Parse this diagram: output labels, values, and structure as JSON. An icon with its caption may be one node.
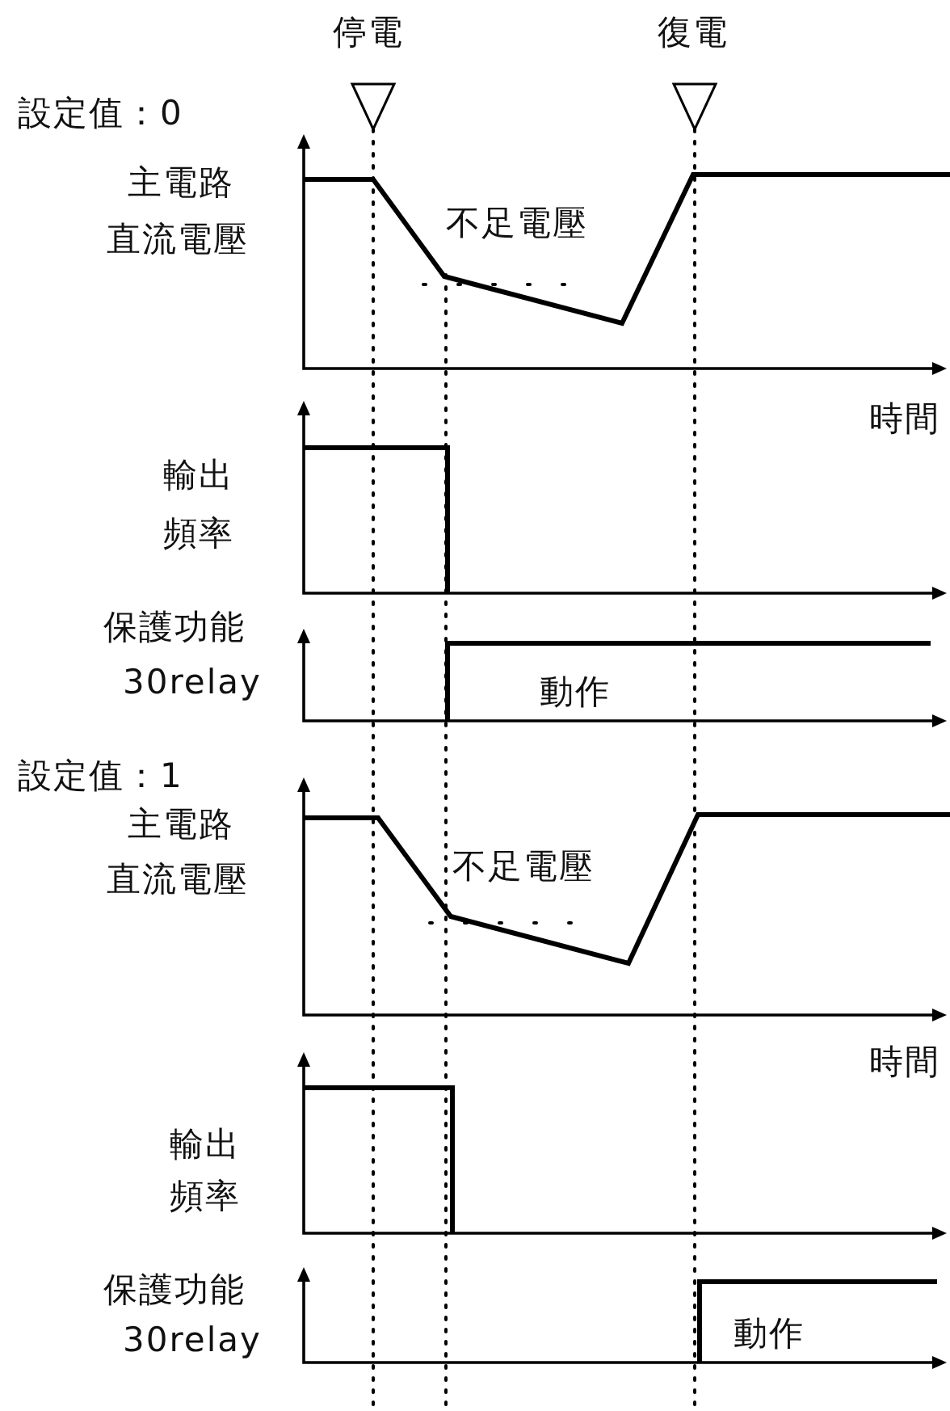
{
  "diagram": {
    "labels": [
      "停電",
      "復電",
      "設定值：0",
      "主電路",
      "直流電壓",
      "不足電壓",
      "時間",
      "輸出",
      "頻率",
      "保護功能",
      "30relay",
      "動作",
      "設定值：1",
      "主電路",
      "直流電壓",
      "不足電壓",
      "時間",
      "輸出",
      "頻率",
      "保護功能",
      "30relay",
      "動作"
    ]
  }
}
